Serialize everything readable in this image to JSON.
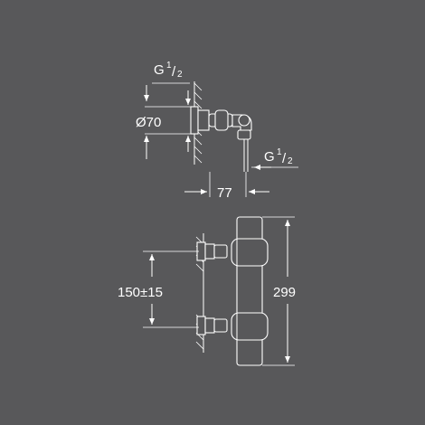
{
  "labels": {
    "thread_top": {
      "main": "G",
      "frac": "1",
      "denom": "2"
    },
    "thread_side": {
      "main": "G",
      "frac": "1",
      "denom": "2"
    },
    "diameter": "Ø70",
    "depth": "77",
    "spacing": "150±15",
    "height": "299"
  },
  "colors": {
    "background": "#58585a",
    "lines": "#ffffff"
  }
}
